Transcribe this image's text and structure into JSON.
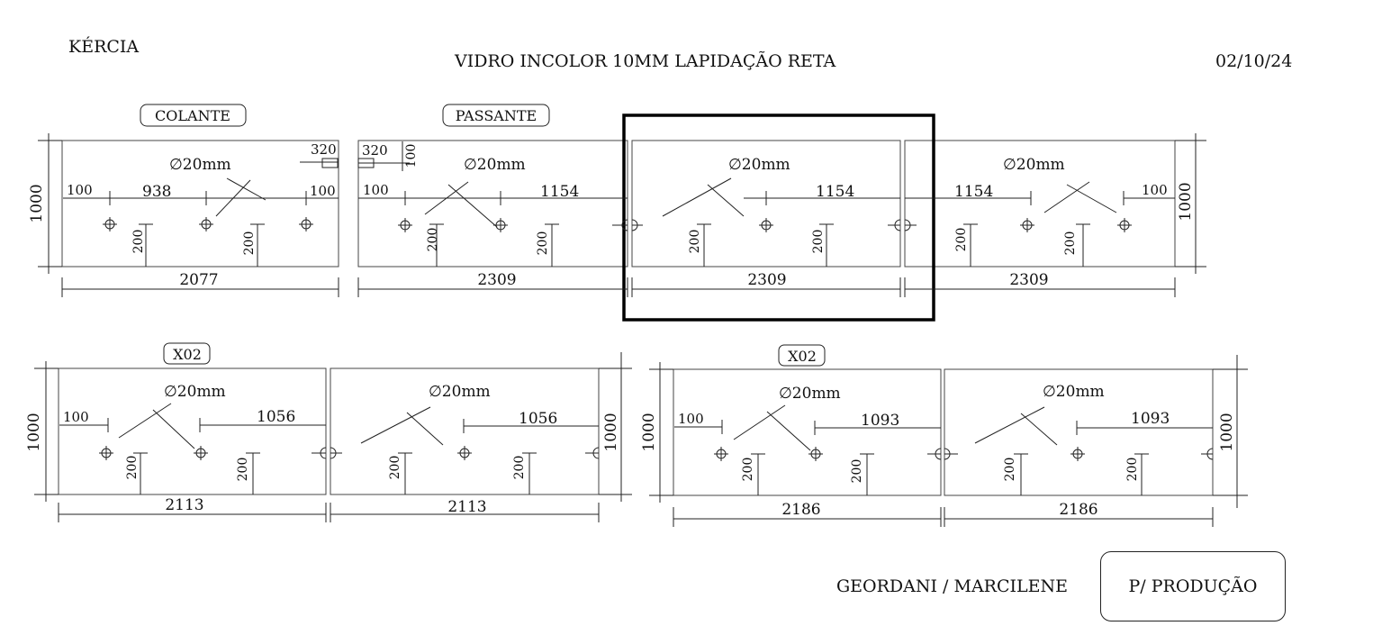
{
  "header": {
    "client": "KÉRCIA",
    "glass_spec": "VIDRO INCOLOR 10MM LAPIDAÇÃO RETA",
    "date": "02/10/24"
  },
  "footer": {
    "names": "GEORDANI / MARCILENE",
    "stamp": "P/ PRODUÇÃO"
  },
  "panels": {
    "tags": [
      "COLANTE",
      "PASSANTE",
      "X02",
      "X02"
    ],
    "row1": {
      "height": "1000",
      "p1": {
        "width": "2077",
        "hole": "∅20mm",
        "d_left": "100",
        "d_mid": "938",
        "d_right": "100",
        "notch": "320",
        "v1": "200",
        "v2": "200"
      },
      "p2": {
        "width": "2309",
        "hole": "∅20mm",
        "notch_w": "320",
        "notch_h": "100",
        "d_left": "100",
        "d_mid": "1154",
        "v1": "200",
        "v2": "200"
      },
      "p3": {
        "width": "2309",
        "hole": "∅20mm",
        "d_mid": "1154",
        "v1": "200",
        "v2": "200"
      },
      "p4": {
        "width": "2309",
        "hole": "∅20mm",
        "d_mid": "1154",
        "d_right": "100",
        "v1": "200",
        "v2": "200"
      }
    },
    "row2a": {
      "height": "1000",
      "p1": {
        "width": "2113",
        "hole": "∅20mm",
        "d_left": "100",
        "d_mid": "1056",
        "v1": "200",
        "v2": "200"
      },
      "p2": {
        "width": "2113",
        "hole": "∅20mm",
        "d_mid": "1056",
        "v1": "200",
        "v2": "200"
      }
    },
    "row2b": {
      "height": "1000",
      "p1": {
        "width": "2186",
        "hole": "∅20mm",
        "d_left": "100",
        "d_mid": "1093",
        "v1": "200",
        "v2": "200"
      },
      "p2": {
        "width": "2186",
        "hole": "∅20mm",
        "d_mid": "1093",
        "v1": "200",
        "v2": "200"
      }
    }
  }
}
